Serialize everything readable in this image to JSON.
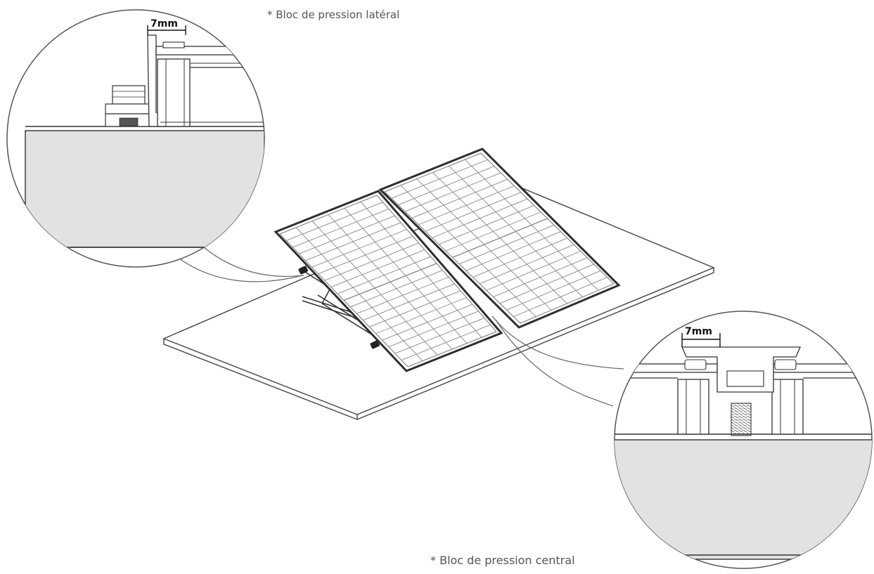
{
  "captions": {
    "side_clamp": "* Bloc de pression latéral",
    "center_clamp": "* Bloc de pression central"
  },
  "dimensions": {
    "side_gap": "7mm",
    "center_gap": "7mm"
  },
  "colors": {
    "line": "#1a1a1a",
    "panel_frame": "#3a3a3a",
    "surface_fill": "#e2e2e2",
    "caption_text": "#555555"
  }
}
